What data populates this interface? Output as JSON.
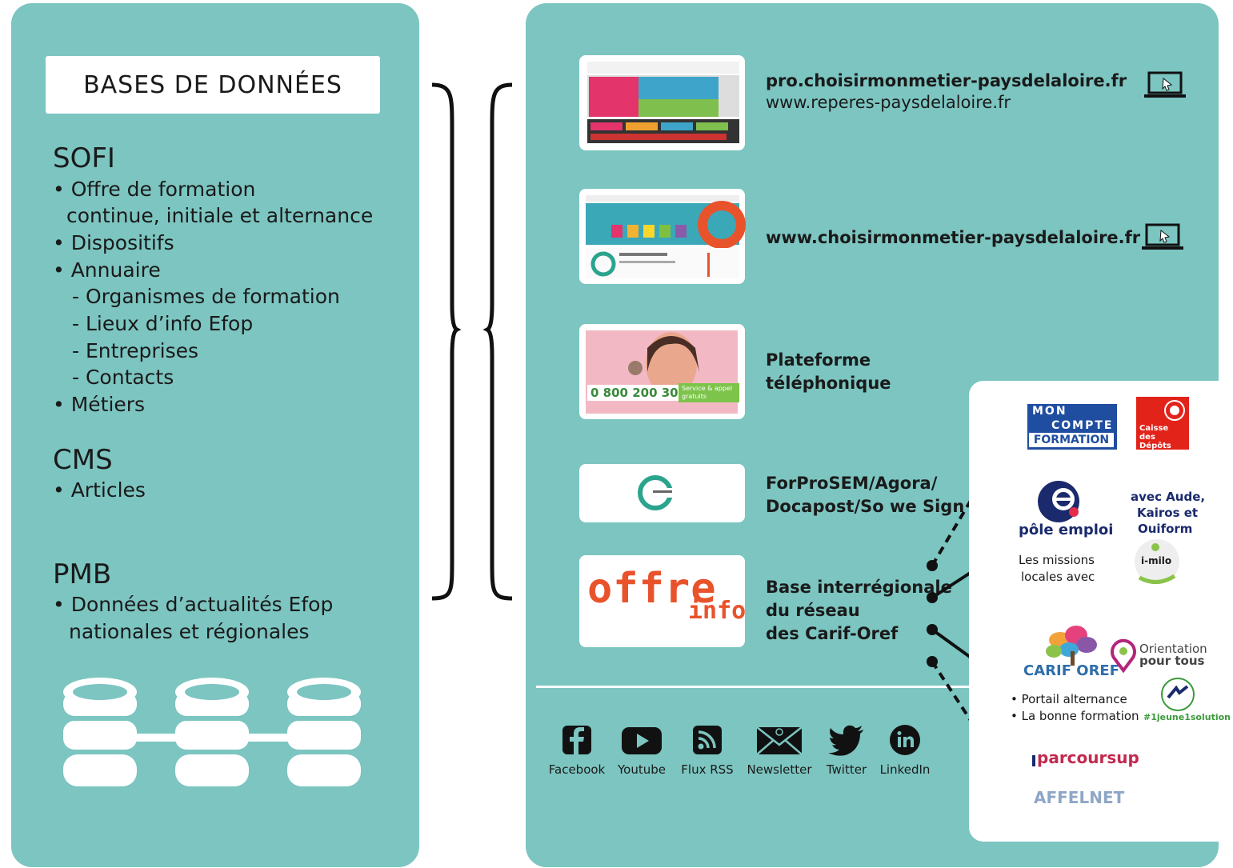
{
  "left": {
    "title": "BASES DE DONNÉES",
    "sofi": {
      "title": "SOFI",
      "items": [
        "• Offre de formation",
        "continue, initiale et alternance",
        "• Dispositifs",
        "• Annuaire",
        "- Organismes de formation",
        "- Lieux d’info Efop",
        "- Entreprises",
        "- Contacts",
        "• Métiers"
      ]
    },
    "cms": {
      "title": "CMS",
      "items": [
        "• Articles"
      ]
    },
    "pmb": {
      "title": "PMB",
      "items": [
        "• Données d’actualités Efop",
        "nationales et régionales"
      ]
    }
  },
  "right": {
    "site1_bold": "pro.choisirmonmetier-paysdelaloire.fr",
    "site1_normal": "www.reperes-paysdelaloire.fr",
    "site2": "www.choisirmonmetier-paysdelaloire.fr",
    "phone_label_1": "Plateforme",
    "phone_label_2": "téléphonique",
    "phone_number": "0 800 200 303",
    "phone_badge_1": "Service & appel",
    "phone_badge_2": "gratuits",
    "tools_1": "ForProSEM/Agora/",
    "tools_2": "Docapost/So we Sign",
    "base_1": "Base interrégionale",
    "base_2": "du réseau",
    "base_3": "des Carif-Oref",
    "offre_logo_1": "offre",
    "offre_logo_2": "info",
    "social": [
      {
        "label": "Facebook",
        "icon": "facebook-icon"
      },
      {
        "label": "Youtube",
        "icon": "youtube-icon"
      },
      {
        "label": "Flux RSS",
        "icon": "rss-icon"
      },
      {
        "label": "Newsletter",
        "icon": "newsletter-icon"
      },
      {
        "label": "Twitter",
        "icon": "twitter-icon"
      },
      {
        "label": "LinkedIn",
        "icon": "linkedin-icon"
      }
    ]
  },
  "partners": {
    "mcf_1": "MON",
    "mcf_2": "COMPTE",
    "mcf_3": "FORMATION",
    "cdc_1": "Caisse",
    "cdc_2": "des Dépôts",
    "pole_emploi": "pôle emploi",
    "avec_1": "avec Aude,",
    "avec_2": "Kairos et",
    "avec_3": "Ouiform",
    "missions_1": "Les missions",
    "missions_2": "locales avec",
    "imilo": "i-milo",
    "carif_oref": "CARIF OREF",
    "orientation_1": "Orientation",
    "orientation_2": "pour tous",
    "portail": "• Portail alternance",
    "bonne": "• La bonne formation",
    "jeune": "#1jeune1solution",
    "parcoursup": "parcoursup",
    "affelnet": "AFFELNET"
  }
}
